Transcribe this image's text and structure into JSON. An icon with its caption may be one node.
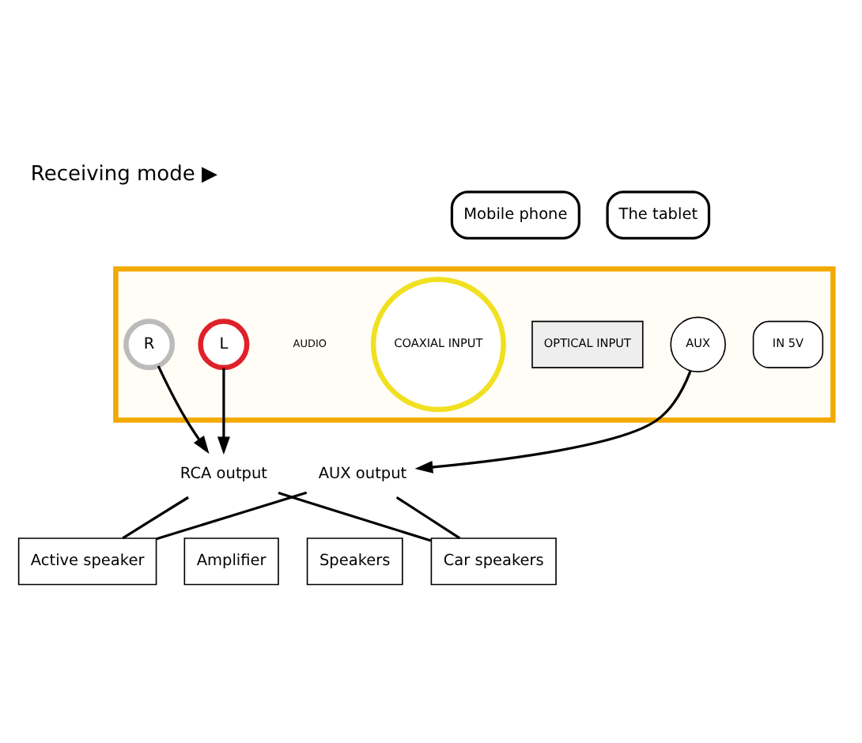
{
  "diagram": {
    "title": "Receiving mode ▶",
    "nodes": [
      {
        "text": [
          "Mobile phone"
        ]
      },
      {
        "text": [
          "The tablet"
        ]
      },
      {
        "text": [],
        "shape": "box"
      },
      {
        "text": [
          "L"
        ],
        "in": 2
      },
      {
        "text": [
          "R"
        ],
        "in": 2
      },
      {
        "text": [
          "COAXIAL INPUT"
        ],
        "in": 2
      },
      {
        "text": [
          "OPTICAL INPUT"
        ],
        "in": 2
      },
      {
        "text": [
          "AUX"
        ],
        "in": 2
      },
      {
        "text": [
          "IN 5V"
        ],
        "in": 2
      },
      {
        "text": [
          "RCA output"
        ]
      },
      {
        "text": [
          "AUX output"
        ]
      },
      {
        "text": [
          "Active speaker"
        ]
      },
      {
        "text": [
          "Amplifier"
        ]
      },
      {
        "text": [
          "Speakers"
        ]
      },
      {
        "text": [
          "Car speakers"
        ]
      }
    ],
    "edges": [
      {
        "from": 3,
        "to": 9,
        "arrow": "to"
      },
      {
        "from": 4,
        "to": 9,
        "arrow": "to"
      },
      {
        "from": 7,
        "to": 10,
        "arrow": "to"
      },
      {
        "from": 9,
        "to": 11,
        "arrow": "none"
      },
      {
        "from": 9,
        "to": 14,
        "arrow": "none"
      },
      {
        "from": 10,
        "to": 11,
        "arrow": "none"
      },
      {
        "from": 10,
        "to": 14,
        "arrow": "none"
      }
    ],
    "labels": [
      "AUDIO"
    ]
  }
}
